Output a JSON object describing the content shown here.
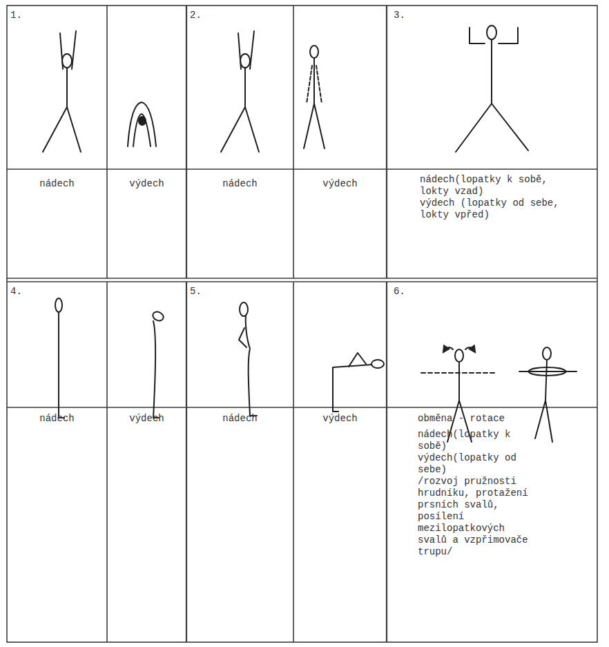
{
  "diagram": {
    "labels": [
      "1.",
      "nádech",
      "výdech",
      "2.",
      "nádech",
      "výdech",
      "3.",
      "nádech(lopatky k sobě, lokty vzad)",
      "výdech (lopatky od sebe, lokty vpřed)",
      "4.",
      "nádech",
      "výdech",
      "5.",
      "nádech",
      "výdech",
      "6.",
      "obměna - rotace",
      "nádech(lopatky k sobě)",
      "výdech(lopatky od sebe)",
      "/rozvoj pružnosti hrudníku, protažení prsních svalů, posílení mezilopatkových svalů a vzpřimovače trupu/"
    ]
  }
}
